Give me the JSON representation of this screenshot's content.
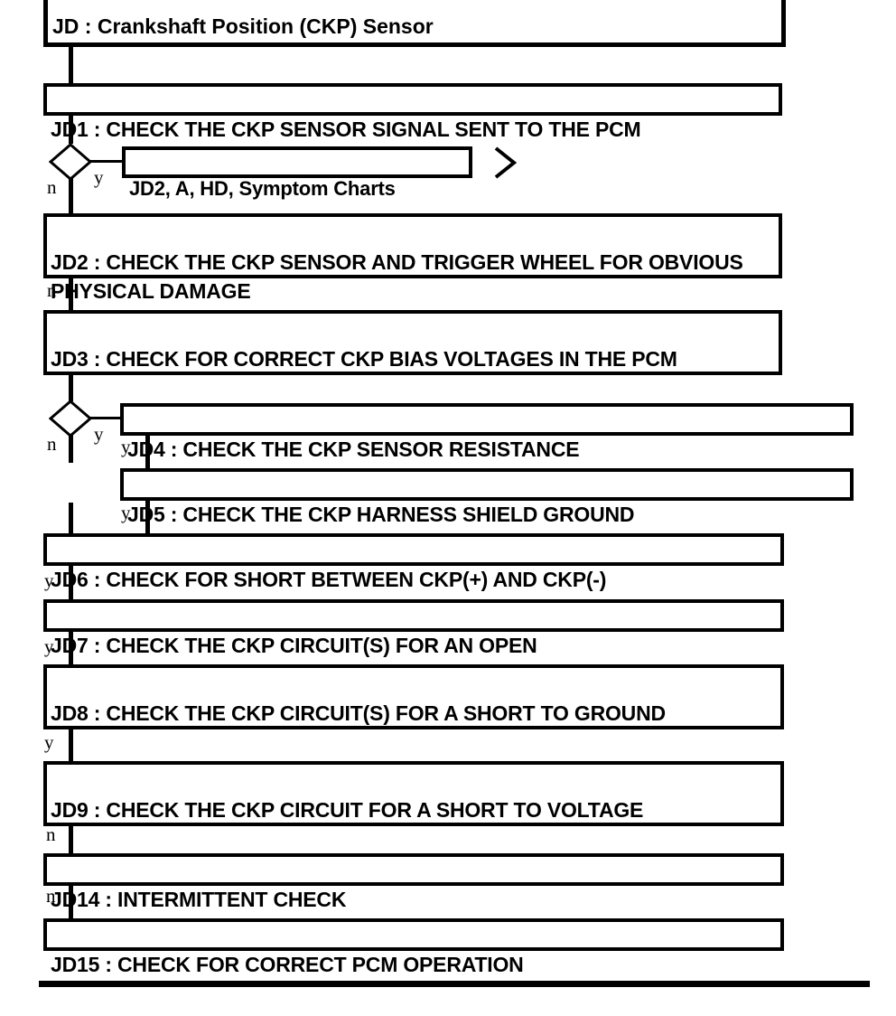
{
  "title": {
    "label": "JD : Crankshaft Position (CKP) Sensor"
  },
  "colors": {
    "stroke": "#000000",
    "fill": "#ffffff",
    "text": "#000000"
  },
  "branch_labels": {
    "no": "n",
    "yes": "y"
  },
  "nodes": [
    {
      "id": "JD1",
      "label": "JD1 : CHECK THE CKP SENSOR SIGNAL SENT TO THE PCM"
    },
    {
      "id": "JD2REF",
      "label": "JD2, A, HD, Symptom Charts"
    },
    {
      "id": "JD2",
      "label": "JD2 : CHECK THE CKP SENSOR AND TRIGGER WHEEL FOR OBVIOUS PHYSICAL DAMAGE"
    },
    {
      "id": "JD3",
      "label": "JD3 : CHECK FOR CORRECT CKP BIAS VOLTAGES IN THE PCM"
    },
    {
      "id": "JD4",
      "label": "JD4 : CHECK THE CKP SENSOR RESISTANCE"
    },
    {
      "id": "JD5",
      "label": "JD5 : CHECK THE CKP HARNESS SHIELD GROUND"
    },
    {
      "id": "JD6",
      "label": "JD6 : CHECK FOR SHORT BETWEEN CKP(+) AND CKP(-)"
    },
    {
      "id": "JD7",
      "label": "JD7 : CHECK THE CKP CIRCUIT(S) FOR AN OPEN"
    },
    {
      "id": "JD8",
      "label": "JD8 : CHECK THE CKP CIRCUIT(S) FOR A SHORT TO GROUND"
    },
    {
      "id": "JD9",
      "label": "JD9 : CHECK THE CKP CIRCUIT FOR A SHORT TO VOLTAGE"
    },
    {
      "id": "JD14",
      "label": "JD14 : INTERMITTENT CHECK"
    },
    {
      "id": "JD15",
      "label": "JD15 : CHECK FOR CORRECT PCM OPERATION"
    }
  ],
  "edges": [
    {
      "from": "JD1",
      "branch": "n",
      "to": "JD2"
    },
    {
      "from": "JD1",
      "branch": "y",
      "to": "JD2REF"
    },
    {
      "from": "JD2",
      "branch": "n",
      "to": "JD3"
    },
    {
      "from": "JD3",
      "branch": "n",
      "to": "JD6"
    },
    {
      "from": "JD3",
      "branch": "y",
      "to": "JD4"
    },
    {
      "from": "JD4",
      "branch": "y",
      "to": "JD5"
    },
    {
      "from": "JD5",
      "branch": "y",
      "to": "JD6"
    },
    {
      "from": "JD6",
      "branch": "y",
      "to": "JD7"
    },
    {
      "from": "JD7",
      "branch": "y",
      "to": "JD8"
    },
    {
      "from": "JD8",
      "branch": "y",
      "to": "JD9"
    },
    {
      "from": "JD9",
      "branch": "n",
      "to": "JD14"
    },
    {
      "from": "JD14",
      "branch": "n",
      "to": "JD15"
    }
  ]
}
